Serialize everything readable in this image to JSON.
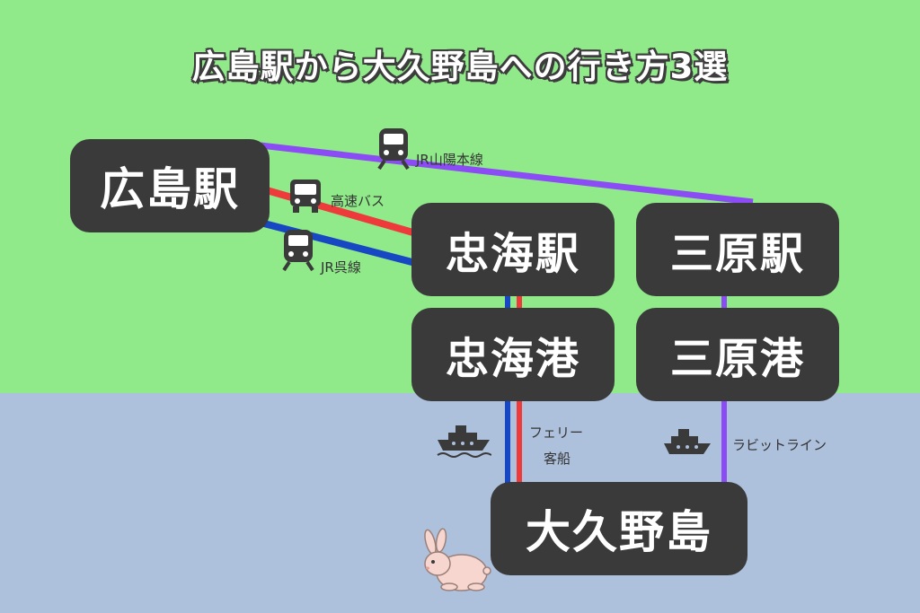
{
  "title": "広島駅から大久野島への行き方3選",
  "colors": {
    "land": "#90EA8A",
    "sea": "#AEC1DC",
    "box": "#3A3A3A",
    "jr_sanyo": "#8B4CF6",
    "bus": "#EE3A3A",
    "jr_kure": "#1747C2"
  },
  "nodes": {
    "hiroshima_station": "広島駅",
    "tadanoumi_station": "忠海駅",
    "mihara_station": "三原駅",
    "tadanoumi_port": "忠海港",
    "mihara_port": "三原港",
    "okunoshima": "大久野島"
  },
  "routes": {
    "jr_sanyo": "JR山陽本線",
    "highway_bus": "高速バス",
    "jr_kure": "JR呉線",
    "ferry_line1": "フェリー",
    "ferry_line2": "客船",
    "rabbit_line": "ラビットライン"
  },
  "icons": {
    "train_sanyo": "train-icon",
    "bus": "bus-icon",
    "train_kure": "train-icon",
    "ferry": "ship-icon",
    "rabbit_line": "ship-icon",
    "rabbit": "rabbit-icon"
  }
}
